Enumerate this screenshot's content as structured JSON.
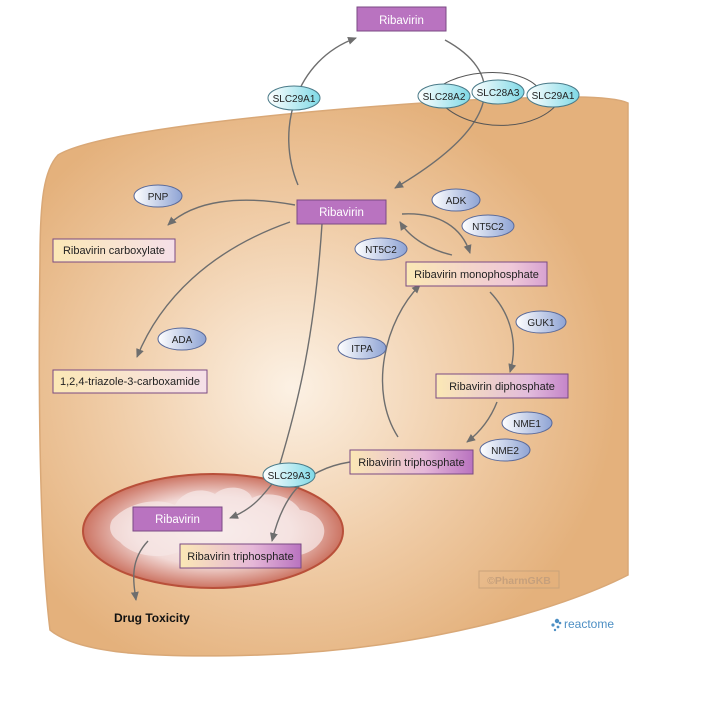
{
  "metabolites": {
    "ribavirin_ext": "Ribavirin",
    "ribavirin_main": "Ribavirin",
    "ribavirin_carboxylate": "Ribavirin carboxylate",
    "triazole_carboxamide": "1,2,4-triazole-3-carboxamide",
    "ribavirin_mp": "Ribavirin monophosphate",
    "ribavirin_dp": "Ribavirin diphosphate",
    "ribavirin_tp": "Ribavirin triphosphate",
    "ribavirin_mito": "Ribavirin",
    "ribavirin_tp_mito": "Ribavirin triphosphate"
  },
  "transporters": {
    "slc29a1_left": "SLC29A1",
    "slc28a2": "SLC28A2",
    "slc28a3": "SLC28A3",
    "slc29a1_right": "SLC29A1",
    "slc29a3": "SLC29A3"
  },
  "enzymes": {
    "pnp": "PNP",
    "ada": "ADA",
    "adk": "ADK",
    "nt5c2_a": "NT5C2",
    "nt5c2_b": "NT5C2",
    "guk1": "GUK1",
    "itpa": "ITPA",
    "nme1": "NME1",
    "nme2": "NME2"
  },
  "outcome": {
    "drug_toxicity": "Drug Toxicity"
  },
  "watermark": "©PharmGKB",
  "logo": "reactome",
  "colors": {
    "cell_fill": "#e9b985",
    "cell_center": "#fbeee0",
    "metabolite_purple": "#b973c0",
    "metabolite_pale": "#fbe8b5",
    "enzyme_blue": "#9fb2dd",
    "transporter_cyan": "#8fe0ea",
    "mito_outer": "#c0553d",
    "arrow": "#6e6e6e"
  }
}
